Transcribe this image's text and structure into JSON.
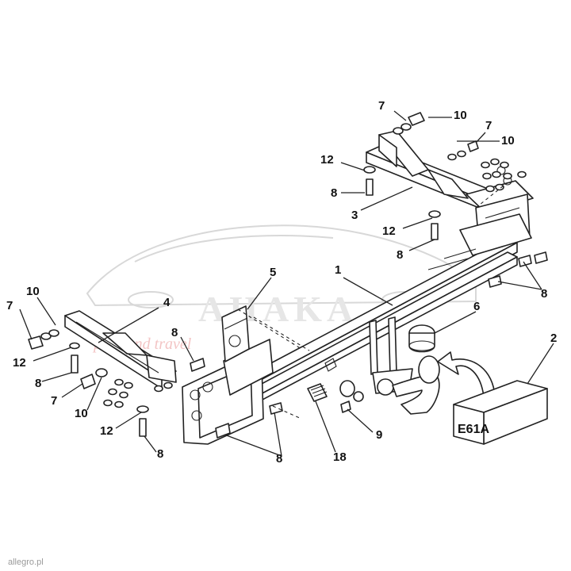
{
  "watermark": {
    "brand": "AHAKA",
    "tagline": "park and travel"
  },
  "box_label": "E61A",
  "footer_text": "allegro.pl",
  "callouts": [
    {
      "id": "c7-top",
      "text": "7"
    },
    {
      "id": "c10-top",
      "text": "10"
    },
    {
      "id": "c7-top-right",
      "text": "7"
    },
    {
      "id": "c10-top-right",
      "text": "10"
    },
    {
      "id": "c12-upper",
      "text": "12"
    },
    {
      "id": "c8-upper",
      "text": "8"
    },
    {
      "id": "c3",
      "text": "3"
    },
    {
      "id": "c12-mid",
      "text": "12"
    },
    {
      "id": "c8-mid",
      "text": "8"
    },
    {
      "id": "c1",
      "text": "1"
    },
    {
      "id": "c5",
      "text": "5"
    },
    {
      "id": "c4",
      "text": "4"
    },
    {
      "id": "c10-left",
      "text": "10"
    },
    {
      "id": "c7-left",
      "text": "7"
    },
    {
      "id": "c8-right",
      "text": "8"
    },
    {
      "id": "c6",
      "text": "6"
    },
    {
      "id": "c2",
      "text": "2"
    },
    {
      "id": "c8-center",
      "text": "8"
    },
    {
      "id": "c12-left",
      "text": "12"
    },
    {
      "id": "c8-left",
      "text": "8"
    },
    {
      "id": "c7-lower-left",
      "text": "7"
    },
    {
      "id": "c10-lower-left",
      "text": "10"
    },
    {
      "id": "c12-lower-left",
      "text": "12"
    },
    {
      "id": "c8-lower-left",
      "text": "8"
    },
    {
      "id": "c8-bottom",
      "text": "8"
    },
    {
      "id": "c18",
      "text": "18"
    },
    {
      "id": "c9",
      "text": "9"
    }
  ]
}
